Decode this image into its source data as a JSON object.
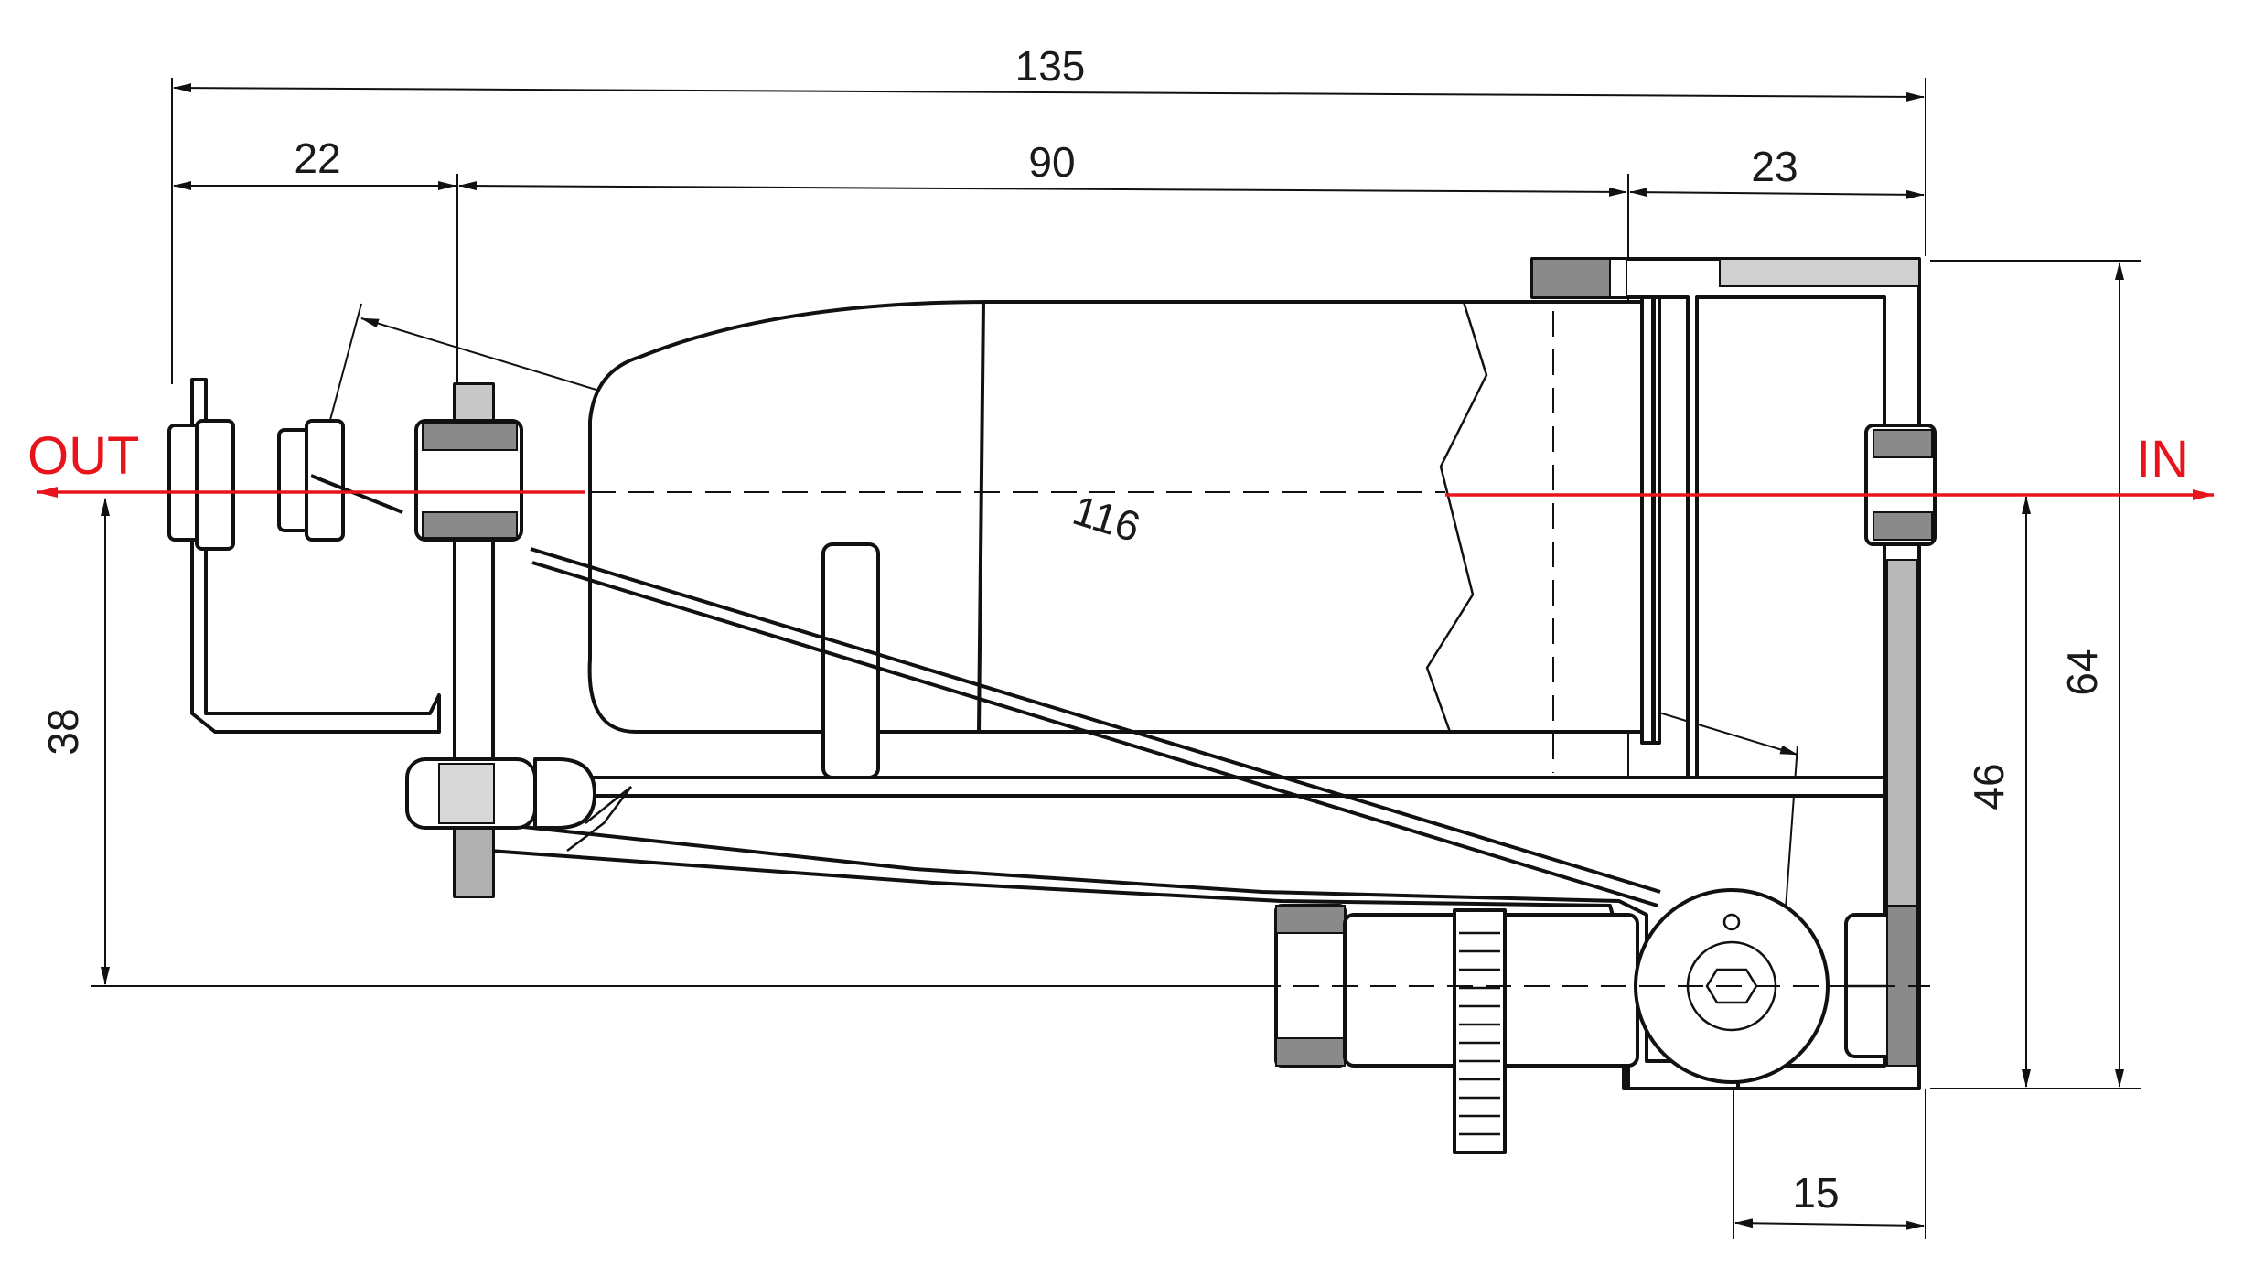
{
  "labels": {
    "out": "OUT",
    "in": "IN"
  },
  "dimensions": {
    "overall_length": "135",
    "left_section": "22",
    "middle_section": "90",
    "right_section": "23",
    "diagonal": "116",
    "left_height": "38",
    "overall_height": "64",
    "inlet_height": "46",
    "bottom_offset": "15"
  },
  "colors": {
    "flow_line": "#e8141c",
    "line_art": "#111111",
    "hatch": "#8a8a8a",
    "background": "#ffffff"
  }
}
